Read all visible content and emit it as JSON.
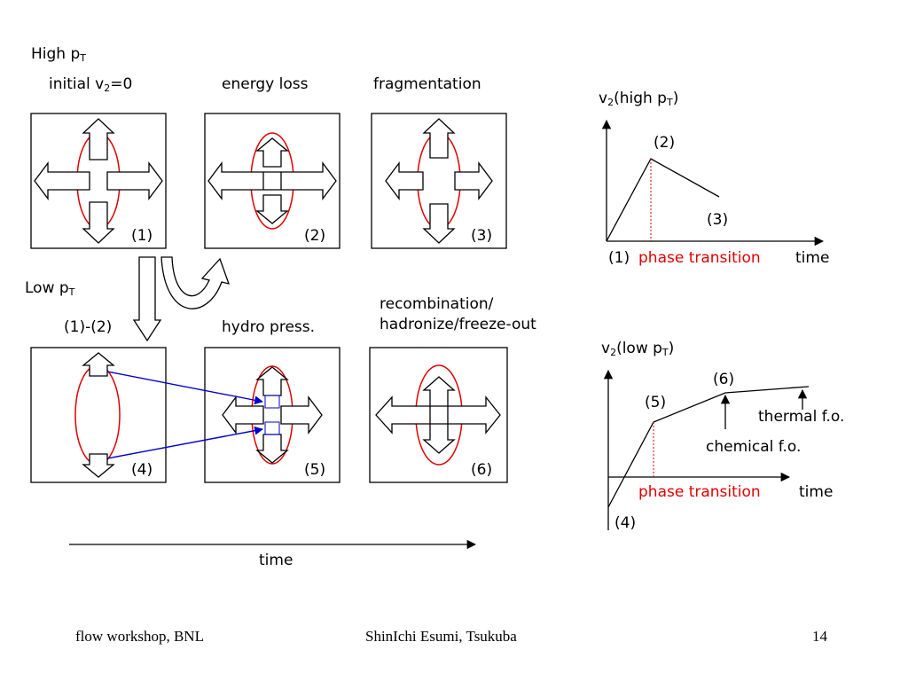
{
  "labels": {
    "high_pt": "High p",
    "high_pt_sub": "T",
    "low_pt": "Low p",
    "low_pt_sub": "T",
    "initial_v2_a": "initial v",
    "initial_v2_sub": "2",
    "initial_v2_b": "=0",
    "energy_loss": "energy loss",
    "fragmentation": "fragmentation",
    "range_1_2": "(1)-(2)",
    "hydro_press": "hydro press.",
    "recombination_line1": "recombination/",
    "recombination_line2": "hadronize/freeze-out",
    "time_axis": "time"
  },
  "panels": [
    {
      "id": "1",
      "label": "(1)"
    },
    {
      "id": "2",
      "label": "(2)"
    },
    {
      "id": "3",
      "label": "(3)"
    },
    {
      "id": "4",
      "label": "(4)"
    },
    {
      "id": "5",
      "label": "(5)"
    },
    {
      "id": "6",
      "label": "(6)"
    }
  ],
  "graph_high": {
    "title_a": "v",
    "title_sub": "2",
    "title_b": "(high p",
    "title_sub2": "T",
    "title_c": ")",
    "point_1": "(1)",
    "point_2": "(2)",
    "point_3": "(3)",
    "phase_transition": "phase transition",
    "time": "time"
  },
  "graph_low": {
    "title_a": "v",
    "title_sub": "2",
    "title_b": "(low p",
    "title_sub2": "T",
    "title_c": ")",
    "point_4": "(4)",
    "point_5": "(5)",
    "point_6": "(6)",
    "phase_transition": "phase transition",
    "time": "time",
    "chemical_fo": "chemical f.o.",
    "thermal_fo": "thermal f.o."
  },
  "footer": {
    "left": "flow workshop, BNL",
    "center": "ShinIchi Esumi, Tsukuba",
    "page": "14"
  },
  "colors": {
    "ellipse": "#e00000",
    "link_arrow": "#0000cc",
    "phase_line": "#e00000"
  }
}
